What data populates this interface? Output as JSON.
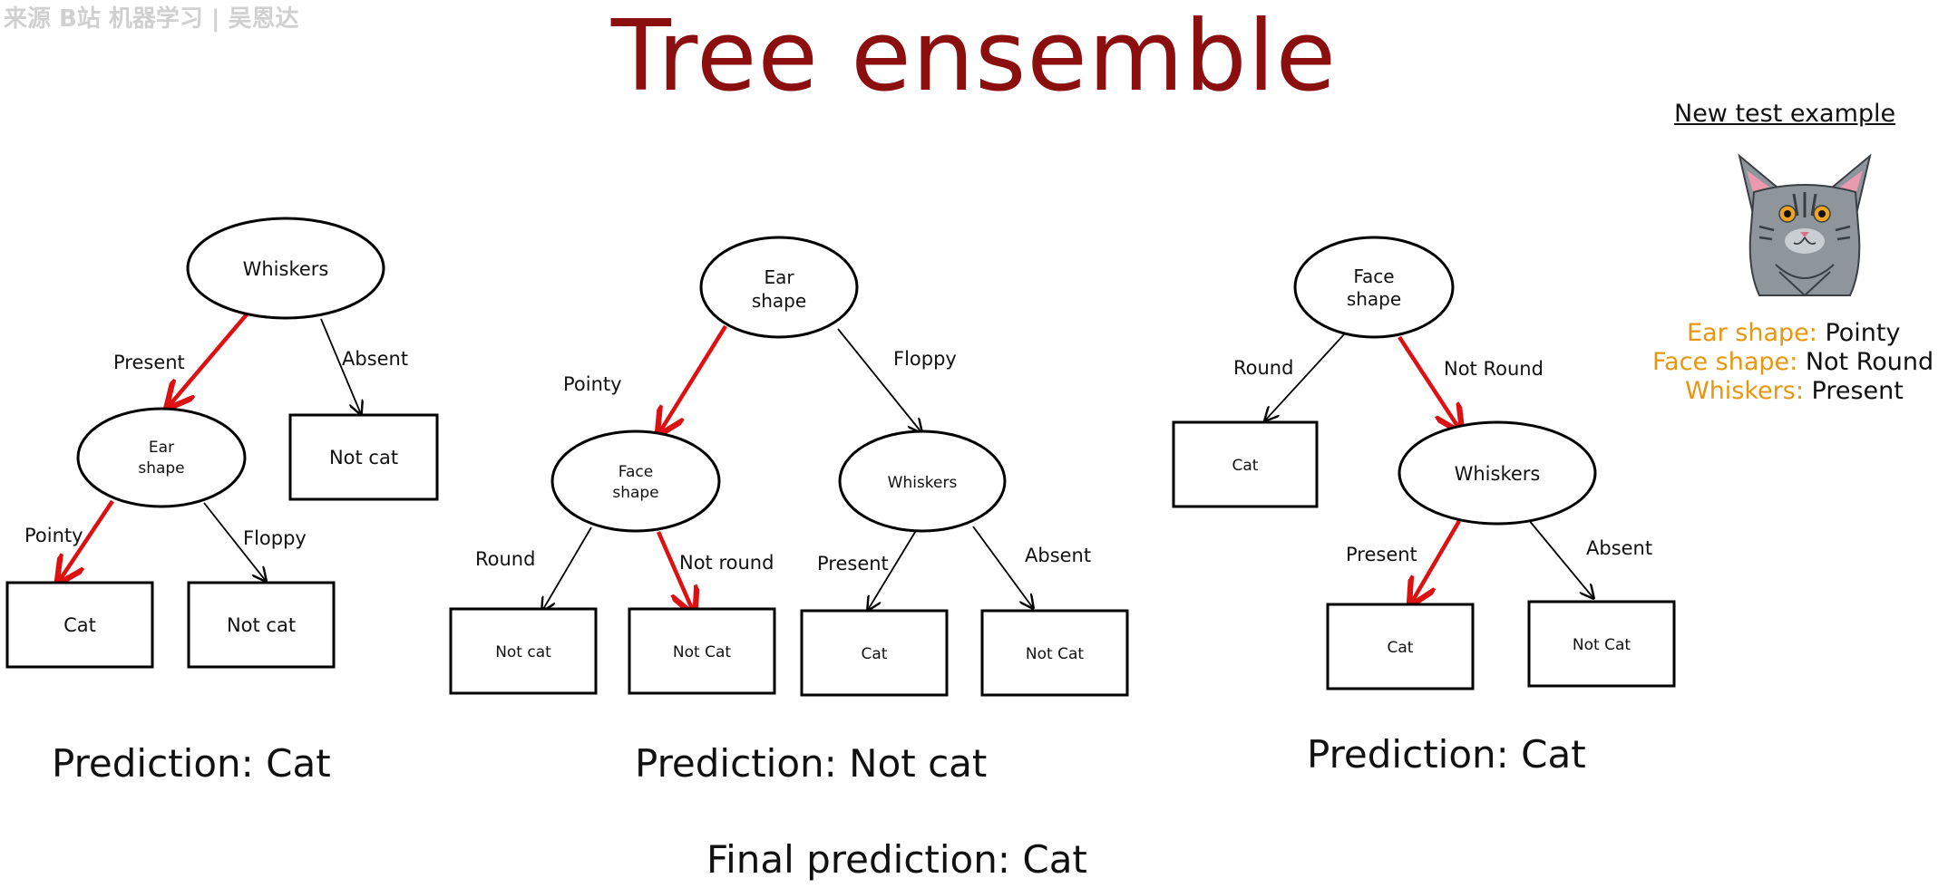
{
  "watermark": "来源 B站 机器学习 | 吴恩达",
  "title": "Tree ensemble",
  "trees": [
    {
      "nodes": {
        "root": "Whiskers",
        "ear": [
          "Ear",
          "shape"
        ],
        "leaf_not_cat_right": "Not cat",
        "leaf_cat": "Cat",
        "leaf_not_cat_mid": "Not cat"
      },
      "edges": {
        "present": "Present",
        "absent": "Absent",
        "pointy": "Pointy",
        "floppy": "Floppy"
      },
      "prediction": "Prediction: Cat"
    },
    {
      "nodes": {
        "root": [
          "Ear",
          "shape"
        ],
        "face": [
          "Face",
          "shape"
        ],
        "whiskers": "Whiskers",
        "leaf_not_cat": "Not cat",
        "leaf_not_cat_red": "Not Cat",
        "leaf_cat": "Cat",
        "leaf_not_cat_right": "Not Cat"
      },
      "edges": {
        "pointy": "Pointy",
        "floppy": "Floppy",
        "round": "Round",
        "not_round": "Not round",
        "present": "Present",
        "absent": "Absent"
      },
      "prediction": "Prediction: Not cat"
    },
    {
      "nodes": {
        "root": [
          "Face",
          "shape"
        ],
        "leaf_cat_left": "Cat",
        "whiskers": "Whiskers",
        "leaf_cat": "Cat",
        "leaf_not_cat": "Not Cat"
      },
      "edges": {
        "round": "Round",
        "not_round": "Not Round",
        "present": "Present",
        "absent": "Absent"
      },
      "prediction": "Prediction: Cat"
    }
  ],
  "final_prediction": "Final prediction: Cat",
  "test_example": {
    "header": "New test example",
    "features": [
      {
        "name": "Ear shape:",
        "value": "Pointy"
      },
      {
        "name": "Face shape:",
        "value": "Not Round"
      },
      {
        "name": "Whiskers:",
        "value": "Present"
      }
    ]
  },
  "colors": {
    "title": "#8b0f0f",
    "active_path": "#dd1111",
    "feature_name": "#e8960f"
  }
}
